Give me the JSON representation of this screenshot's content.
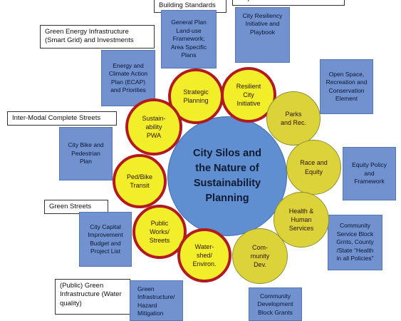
{
  "center_title": "City Silos and\nthe Nature of\nSustainability\nPlanning",
  "colors": {
    "center_fill": "#5f8fd0",
    "department_fill": "#f3ee2a",
    "department_ring": "#b01a20",
    "community_fill": "#dcd33a",
    "plan_box_fill": "#7192cf",
    "label_box_fill": "#ffffff"
  },
  "label_boxes": [
    {
      "id": "building-standards",
      "text": "Building Standards"
    },
    {
      "id": "preparedness",
      "text": "Preparedness"
    },
    {
      "id": "green-energy",
      "text": "Green Energy Infrastructure\n(Smart Grid) and Investments"
    },
    {
      "id": "inter-modal",
      "text": "Inter-Modal Complete Streets"
    },
    {
      "id": "green-streets",
      "text": "Green Streets"
    },
    {
      "id": "green-infrastructure",
      "text": "(Public) Green\nInfrastructure (Water\nquality)"
    }
  ],
  "plan_boxes": [
    {
      "id": "general-plan",
      "text": "General Plan\nLand-use\nFramework;\nArea Specific\nPlans"
    },
    {
      "id": "resiliency-playbook",
      "text": "City Resiliency\nInitiative and\nPlaybook"
    },
    {
      "id": "ecap",
      "text": "Energy and\nClimate Action\nPlan (ECAP)\nand Priorities"
    },
    {
      "id": "open-space",
      "text": "Open Space,\nRecreation and\nConservation\nElement"
    },
    {
      "id": "bike-ped-plan",
      "text": "City Bike and\nPedestrian\nPlan"
    },
    {
      "id": "equity-policy",
      "text": "Equity Policy\nand\nFramework"
    },
    {
      "id": "capital-improvement",
      "text": "City Capital\nImprovement\nBudget and\nProject List"
    },
    {
      "id": "community-service",
      "text": "Community\nService Block\nGrnts, County\n/State “Health\nin all Policies”"
    },
    {
      "id": "hazard-mitigation",
      "text": "Green\nInfrastructure/\nHazard\nMitigation"
    },
    {
      "id": "cdbg",
      "text": "Community\nDevelopment\nBlock Grants"
    }
  ],
  "department_circles": [
    {
      "id": "strategic-planning",
      "text": "Strategic\nPlanning"
    },
    {
      "id": "resilient-city",
      "text": "Resilient\nCity\nInitiative"
    },
    {
      "id": "sustainability-pwa",
      "text": "Sustain-\nability\nPWA"
    },
    {
      "id": "ped-bike",
      "text": "Ped/Bike\nTransit"
    },
    {
      "id": "public-works",
      "text": "Public\nWorks/\nStreets"
    },
    {
      "id": "watershed",
      "text": "Water-\nshed/\nEnviron."
    }
  ],
  "community_circles": [
    {
      "id": "parks-rec",
      "text": "Parks\nand Rec."
    },
    {
      "id": "race-equity",
      "text": "Race and\nEquity"
    },
    {
      "id": "health-human",
      "text": "Health &\nHuman\nServices"
    },
    {
      "id": "community-dev",
      "text": "Com-\nmunity\nDev."
    }
  ]
}
